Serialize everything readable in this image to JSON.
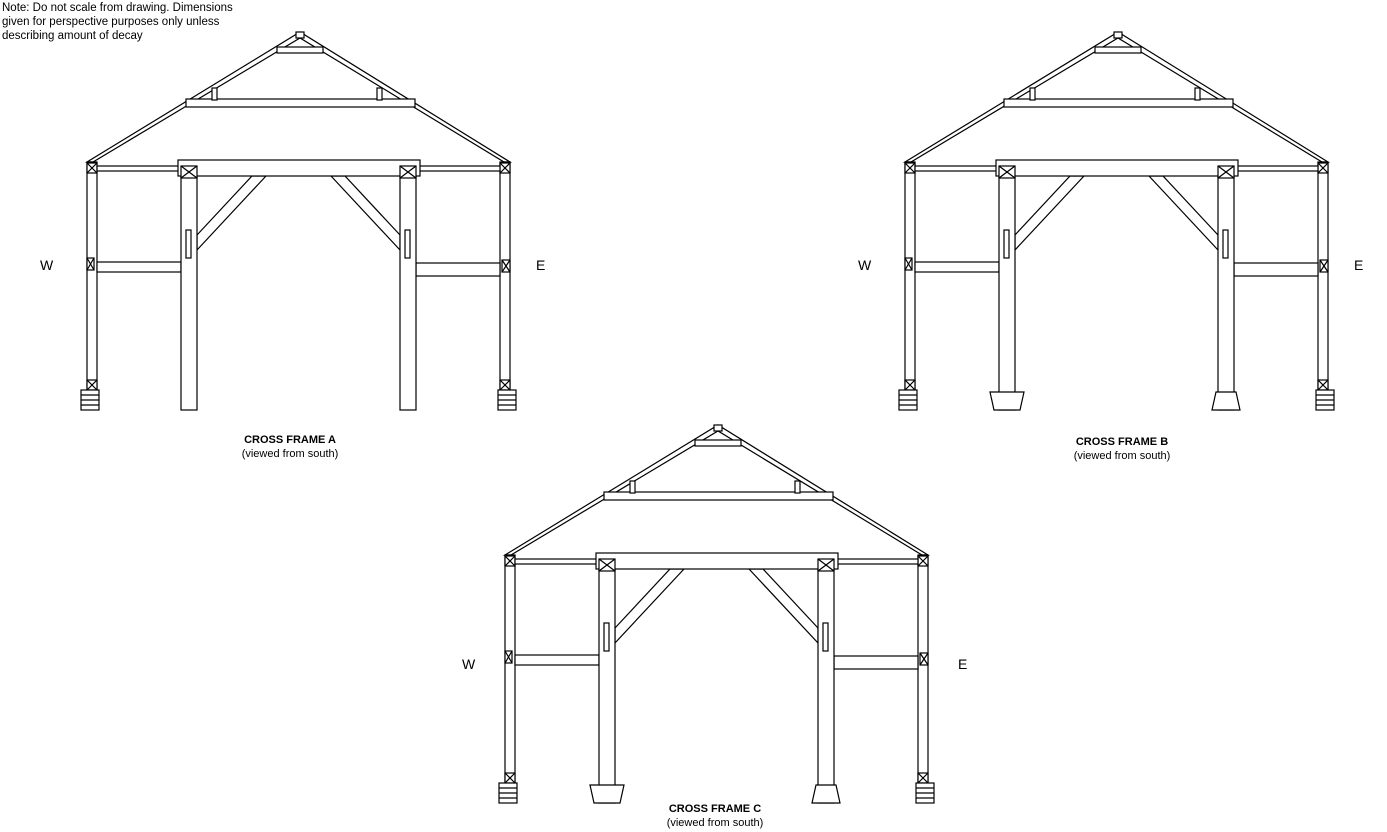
{
  "note": "Note: Do not scale from drawing. Dimensions given for perspective purposes only unless describing amount of decay",
  "frames": [
    {
      "title": "CROSS FRAME A",
      "subtitle": "(viewed from south)",
      "west": "W",
      "east": "E",
      "pads": false
    },
    {
      "title": "CROSS FRAME B",
      "subtitle": "(viewed from south)",
      "west": "W",
      "east": "E",
      "pads": true
    },
    {
      "title": "CROSS FRAME C",
      "subtitle": "(viewed from south)",
      "west": "W",
      "east": "E",
      "pads": true
    }
  ]
}
